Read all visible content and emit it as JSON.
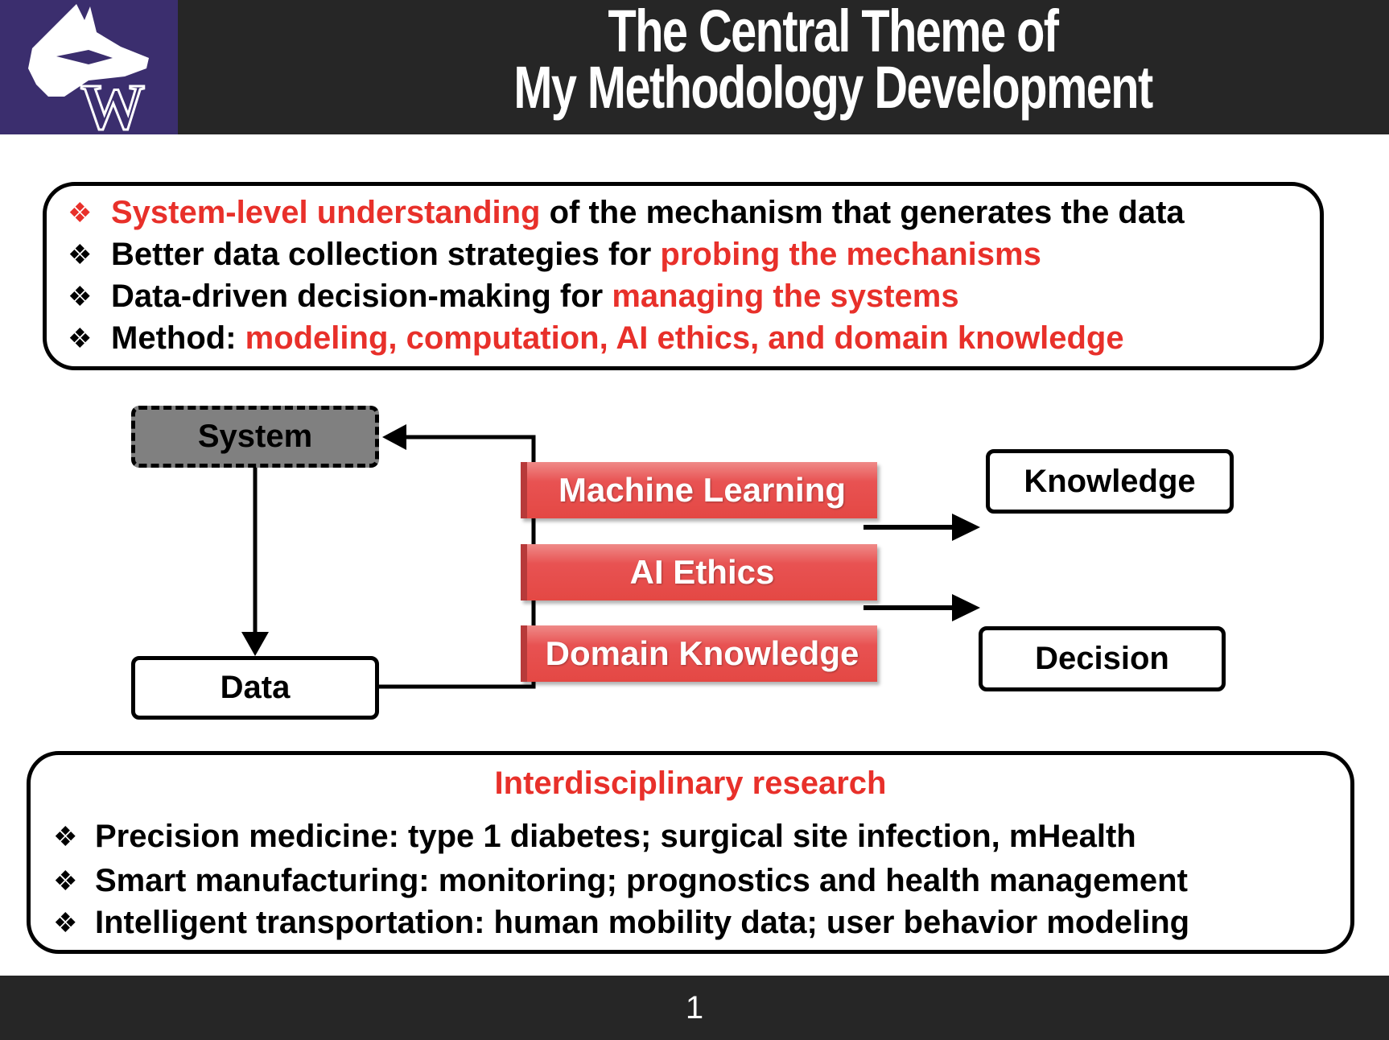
{
  "header": {
    "title_line1": "The Central Theme of",
    "title_line2": "My Methodology Development",
    "logo_alt": "UW Huskies W logo"
  },
  "goals": [
    {
      "red": "System-level understanding",
      "black": " of the mechanism that generates the data"
    },
    {
      "black": "Better data collection strategies for ",
      "red": "probing the mechanisms"
    },
    {
      "black": "Data-driven decision-making for ",
      "red": "managing the systems"
    },
    {
      "black": "Method: ",
      "red": "modeling, computation, AI ethics, and domain knowledge"
    }
  ],
  "bullet": "❖",
  "diagram": {
    "system": "System",
    "data": "Data",
    "methods": [
      "Machine Learning",
      "AI Ethics",
      "Domain Knowledge"
    ],
    "knowledge": "Knowledge",
    "decision": "Decision"
  },
  "research": {
    "title": "Interdisciplinary research",
    "items": [
      "Precision medicine: type 1 diabetes; surgical site infection, mHealth",
      "Smart manufacturing: monitoring; prognostics and health management",
      "Intelligent transportation: human mobility data; user behavior modeling"
    ]
  },
  "footer": {
    "page": "1"
  },
  "colors": {
    "accent": "#e8302a",
    "header": "#262626",
    "logo_bg": "#3b2e6e"
  }
}
